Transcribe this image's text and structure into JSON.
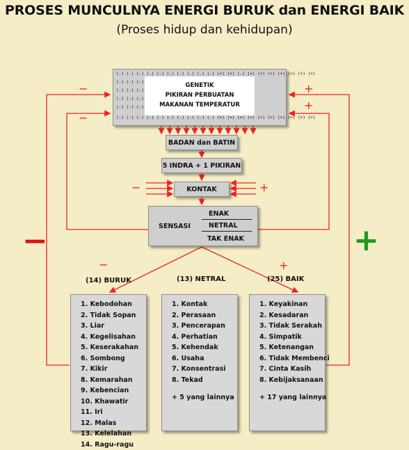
{
  "header": {
    "title": "PROSES MUNCULNYA ENERGI BURUK dan ENERGI BAIK",
    "subtitle": "(Proses hidup dan kehidupan)"
  },
  "top_block": {
    "sign_rows": [
      "(-) (-) (-) (-) (-) (-) (-) (-) (-) (-) (+) (+) (-) (+) (+) (+) (+) (+) (+) (+)",
      "(-) (-) (-) (-)                                                (+) (+) (+) (+)",
      "(-) (-) (-) (-)                                                (+) (+) (+) (+)",
      "(-) (-) (-) (-)                                                (+) (+) (+) (+)",
      "(-) (-) (-) (-)                                                (+) (+) (+) (+)",
      "(-) (-) (-) (-) (-) (-) (-) (-) (-) (-) (+) (+) (+) (+) (+) (+) (+) (+) (+) (+)"
    ],
    "lines": [
      "GENETIK",
      "PIKIRAN PERBUATAN",
      "MAKANAN  TEMPERATUR"
    ]
  },
  "flow": {
    "badan": "BADAN dan BATIN",
    "indra": "5 INDRA + 1 PIKIRAN",
    "kontak": "KONTAK",
    "sensasi_label": "SENSASI",
    "sensasi_options": [
      "ENAK",
      "NETRAL",
      "TAK ENAK"
    ]
  },
  "signs": {
    "minus": "−",
    "plus": "+"
  },
  "categories": {
    "buruk": {
      "heading": "(14) BURUK",
      "items": [
        "1. Kebodohan",
        "2. Tidak Sopan",
        "3. Liar",
        "4. Kegelisahan",
        "5. Keserakahan",
        "6. Sombong",
        "7. Kikir",
        "8. Kemarahan",
        "9. Kebencian",
        "10.  Khawatir",
        "11.  Iri",
        "12.  Malas",
        "13.  Kelelahan",
        "14.  Ragu-ragu"
      ]
    },
    "netral": {
      "heading": "(13) NETRAL",
      "items": [
        "1. Kontak",
        "2. Perasaan",
        "3. Pencerapan",
        "4. Perhatian",
        "5. Kehendak",
        "6. Usaha",
        "7. Konsentrasi",
        "8. Tekad"
      ],
      "extra": "+ 5 yang lainnya"
    },
    "baik": {
      "heading": "(25) BAIK",
      "items": [
        "1. Keyakinan",
        "2. Kesadaran",
        "3. Tidak Serakah",
        "4. Simpatik",
        "5. Ketenangan",
        "6. Tidak Membenci",
        "7. Cinta Kasih",
        "8. Kebijaksanaan"
      ],
      "extra": "+ 17 yang lainnya"
    }
  },
  "colors": {
    "arrow": "#ee2222",
    "minus_big": "#e01010",
    "plus_big": "#1f9a1f",
    "box": "#cfcfcf"
  }
}
